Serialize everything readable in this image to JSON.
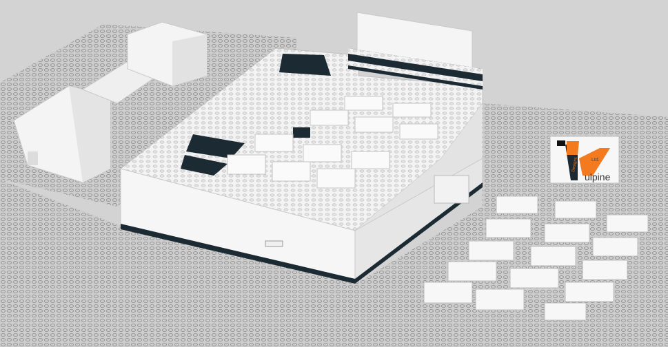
{
  "scene": {
    "background_color": "#d3d3d3",
    "baseplate_color": "#c8c8c8",
    "brick_color": "#f2f2f2",
    "dark_brick_color": "#1b2a33",
    "accent_color": "#f47a1f"
  },
  "logo": {
    "text_main": "ulpine",
    "text_side": "Designs",
    "text_small": "Ltd.",
    "accent_color": "#f47a1f"
  }
}
